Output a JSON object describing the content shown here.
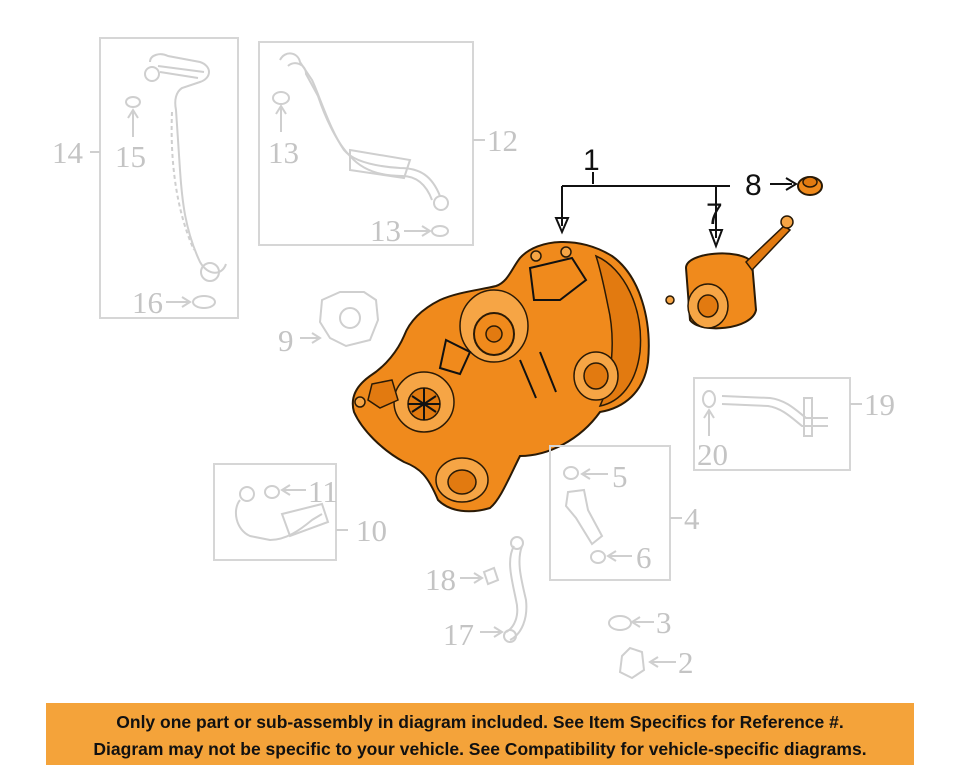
{
  "diagram": {
    "callouts": {
      "c1": "1",
      "c2": "2",
      "c3": "3",
      "c4": "4",
      "c5": "5",
      "c6": "6",
      "c7": "7",
      "c8": "8",
      "c9": "9",
      "c10": "10",
      "c11": "11",
      "c12": "12",
      "c13a": "13",
      "c13b": "13",
      "c14": "14",
      "c15": "15",
      "c16": "16",
      "c17": "17",
      "c18": "18",
      "c19": "19",
      "c20": "20"
    },
    "colors": {
      "highlight": "#f08a1c",
      "ghost_line": "#cfcfcf",
      "banner": "#f4a33a"
    }
  },
  "disclaimer": {
    "line1": "Only one part or sub-assembly in diagram included. See Item Specifics for Reference #.",
    "line2": "Diagram may not be specific to your vehicle. See Compatibility for vehicle-specific diagrams."
  }
}
